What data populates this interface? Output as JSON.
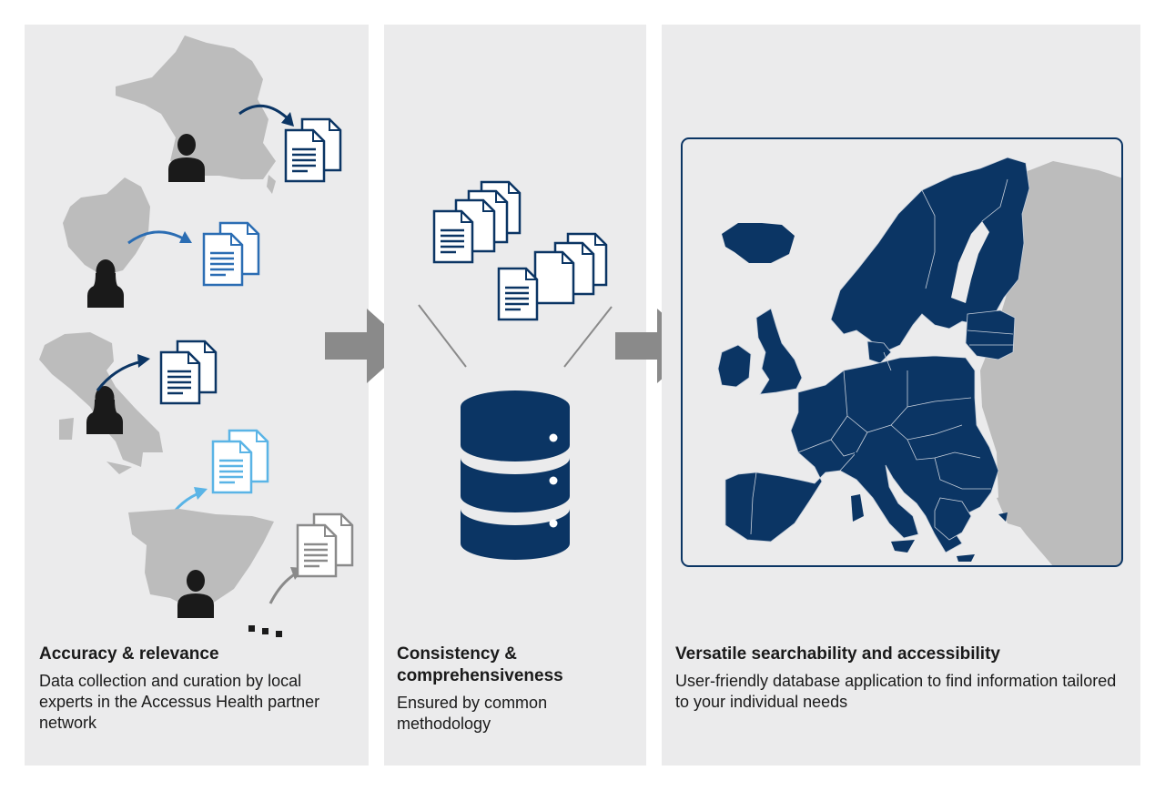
{
  "panels": [
    {
      "title": "Accuracy & relevance",
      "body": "Data collection and curation by local experts in the Accessus Health partner network"
    },
    {
      "title": "Consistency & comprehensiveness",
      "body": "Ensured by common methodology"
    },
    {
      "title": "Versatile searchability and accessibility",
      "body": "User-friendly database application to find information tailored to your individual needs"
    }
  ],
  "colors": {
    "panel_bg": "#ebebec",
    "navy": "#0b3564",
    "mid_blue": "#2b6db3",
    "light_blue": "#5ab4e6",
    "gray_country": "#bcbcbc",
    "arrow_gray": "#8a8a8a"
  },
  "icons": [
    "person-icon",
    "document-stack-icon",
    "database-icon",
    "europe-map"
  ]
}
